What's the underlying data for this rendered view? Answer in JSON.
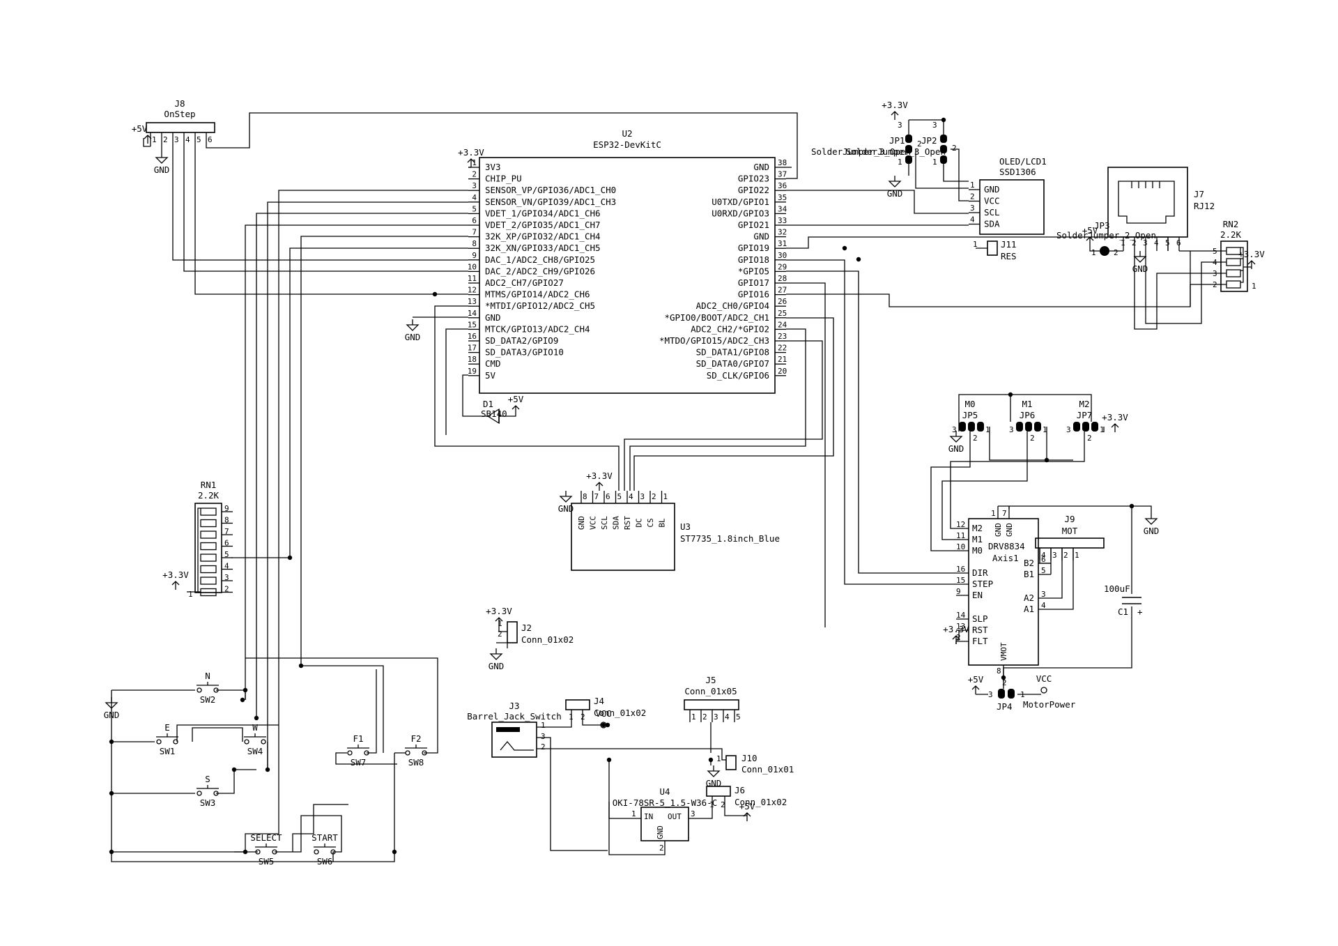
{
  "u2": {
    "ref": "U2",
    "value": "ESP32-DevKitC",
    "left_pins": [
      {
        "num": "1",
        "name": "3V3"
      },
      {
        "num": "2",
        "name": "CHIP_PU"
      },
      {
        "num": "3",
        "name": "SENSOR_VP/GPIO36/ADC1_CH0"
      },
      {
        "num": "4",
        "name": "SENSOR_VN/GPIO39/ADC1_CH3"
      },
      {
        "num": "5",
        "name": "VDET_1/GPIO34/ADC1_CH6"
      },
      {
        "num": "6",
        "name": "VDET_2/GPIO35/ADC1_CH7"
      },
      {
        "num": "7",
        "name": "32K_XP/GPIO32/ADC1_CH4"
      },
      {
        "num": "8",
        "name": "32K_XN/GPIO33/ADC1_CH5"
      },
      {
        "num": "9",
        "name": "DAC_1/ADC2_CH8/GPIO25"
      },
      {
        "num": "10",
        "name": "DAC_2/ADC2_CH9/GPIO26"
      },
      {
        "num": "11",
        "name": "ADC2_CH7/GPIO27"
      },
      {
        "num": "12",
        "name": "MTMS/GPIO14/ADC2_CH6"
      },
      {
        "num": "13",
        "name": "*MTDI/GPIO12/ADC2_CH5"
      },
      {
        "num": "14",
        "name": "GND"
      },
      {
        "num": "15",
        "name": "MTCK/GPIO13/ADC2_CH4"
      },
      {
        "num": "16",
        "name": "SD_DATA2/GPIO9"
      },
      {
        "num": "17",
        "name": "SD_DATA3/GPIO10"
      },
      {
        "num": "18",
        "name": "CMD"
      },
      {
        "num": "19",
        "name": "5V"
      }
    ],
    "right_pins": [
      {
        "num": "38",
        "name": "GND"
      },
      {
        "num": "37",
        "name": "GPIO23"
      },
      {
        "num": "36",
        "name": "GPIO22"
      },
      {
        "num": "35",
        "name": "U0TXD/GPIO1"
      },
      {
        "num": "34",
        "name": "U0RXD/GPIO3"
      },
      {
        "num": "33",
        "name": "GPIO21"
      },
      {
        "num": "32",
        "name": "GND"
      },
      {
        "num": "31",
        "name": "GPIO19"
      },
      {
        "num": "30",
        "name": "GPIO18"
      },
      {
        "num": "29",
        "name": "*GPIO5"
      },
      {
        "num": "28",
        "name": "GPIO17"
      },
      {
        "num": "27",
        "name": "GPIO16"
      },
      {
        "num": "26",
        "name": "ADC2_CH0/GPIO4"
      },
      {
        "num": "25",
        "name": "*GPIO0/BOOT/ADC2_CH1"
      },
      {
        "num": "24",
        "name": "ADC2_CH2/*GPIO2"
      },
      {
        "num": "23",
        "name": "*MTDO/GPIO15/ADC2_CH3"
      },
      {
        "num": "22",
        "name": "SD_DATA1/GPIO8"
      },
      {
        "num": "21",
        "name": "SD_DATA0/GPIO7"
      },
      {
        "num": "20",
        "name": "SD_CLK/GPIO6"
      }
    ]
  },
  "j8": {
    "ref": "J8",
    "value": "OnStep",
    "pins": [
      "1",
      "2",
      "3",
      "4",
      "5",
      "6"
    ]
  },
  "oled": {
    "ref": "OLED/LCD1",
    "value": "SSD1306",
    "pins": [
      {
        "num": "1",
        "name": "GND"
      },
      {
        "num": "2",
        "name": "VCC"
      },
      {
        "num": "3",
        "name": "SCL"
      },
      {
        "num": "4",
        "name": "SDA"
      }
    ]
  },
  "jp12": {
    "ref1": "JP1",
    "ref2": "JP2",
    "value": "SolderJumper_3_Open",
    "value2": "SolderJumper_3_Open"
  },
  "j11": {
    "ref": "J11",
    "value": "RES",
    "pin": "1"
  },
  "j7": {
    "ref": "J7",
    "value": "RJ12",
    "pins": [
      "1",
      "2",
      "3",
      "4",
      "5",
      "6"
    ]
  },
  "jp3": {
    "ref": "JP3",
    "value": "SolderJumper_2_Open"
  },
  "rn2": {
    "ref": "RN2",
    "value": "2.2K",
    "pins": [
      "5",
      "4",
      "3",
      "2"
    ],
    "common": "1"
  },
  "rn1": {
    "ref": "RN1",
    "value": "2.2K",
    "pins": [
      "9",
      "8",
      "7",
      "6",
      "5",
      "4",
      "3",
      "2"
    ],
    "common": "1"
  },
  "u3": {
    "ref": "U3",
    "value": "ST7735_1.8inch_Blue",
    "pins": [
      {
        "num": "8",
        "name": "GND"
      },
      {
        "num": "7",
        "name": "VCC"
      },
      {
        "num": "6",
        "name": "SCL"
      },
      {
        "num": "5",
        "name": "SDA"
      },
      {
        "num": "4",
        "name": "RST"
      },
      {
        "num": "3",
        "name": "DC"
      },
      {
        "num": "2",
        "name": "CS"
      },
      {
        "num": "1",
        "name": "BL"
      }
    ]
  },
  "d1": {
    "ref": "D1",
    "value": "SB140"
  },
  "drv": {
    "ref": "DRV8834",
    "value": "Axis1",
    "left_pins": [
      {
        "num": "12",
        "name": "M2"
      },
      {
        "num": "11",
        "name": "M1"
      },
      {
        "num": "10",
        "name": "M0"
      },
      {
        "num": "16",
        "name": "DIR"
      },
      {
        "num": "15",
        "name": "STEP"
      },
      {
        "num": "9",
        "name": "EN"
      },
      {
        "num": "14",
        "name": "SLP"
      },
      {
        "num": "13",
        "name": "RST"
      },
      {
        "num": "2",
        "name": "FLT"
      }
    ],
    "right_pins": [
      {
        "num": "6",
        "name": "B2"
      },
      {
        "num": "5",
        "name": "B1"
      },
      {
        "num": "3",
        "name": "A2"
      },
      {
        "num": "4",
        "name": "A1"
      }
    ],
    "top_pins": [
      {
        "num": "1",
        "name": "GND"
      },
      {
        "num": "7",
        "name": "GND"
      }
    ],
    "bottom_pin": {
      "num": "8",
      "name": "VMOT"
    }
  },
  "j9": {
    "ref": "J9",
    "value": "MOT",
    "pins": [
      "4",
      "3",
      "2",
      "1"
    ]
  },
  "jumpers_m": [
    {
      "ref": "JP5",
      "label": "M0"
    },
    {
      "ref": "JP6",
      "label": "M1"
    },
    {
      "ref": "JP7",
      "label": "M2"
    }
  ],
  "c1": {
    "ref": "C1",
    "value": "100uF",
    "plus": "+"
  },
  "jp4": {
    "ref": "JP4",
    "value": "MotorPower"
  },
  "j2": {
    "ref": "J2",
    "value": "Conn_01x02"
  },
  "j3": {
    "ref": "J3",
    "value": "Barrel_Jack_Switch"
  },
  "j4": {
    "ref": "J4",
    "value": "Conn_01x02"
  },
  "j5": {
    "ref": "J5",
    "value": "Conn_01x05",
    "pins": [
      "1",
      "2",
      "3",
      "4",
      "5"
    ]
  },
  "j10": {
    "ref": "J10",
    "value": "Conn_01x01"
  },
  "u4": {
    "ref": "U4",
    "value": "OKI-78SR-5_1.5-W36-C",
    "in": "IN",
    "out": "OUT",
    "gnd": "GND"
  },
  "j6": {
    "ref": "J6",
    "value": "Conn_01x02"
  },
  "switches": [
    {
      "ref": "SW2",
      "label": "N"
    },
    {
      "ref": "SW1",
      "label": "E"
    },
    {
      "ref": "SW4",
      "label": "W"
    },
    {
      "ref": "SW3",
      "label": "S"
    },
    {
      "ref": "SW7",
      "label": "F1"
    },
    {
      "ref": "SW8",
      "label": "F2"
    },
    {
      "ref": "SW5",
      "label": "SELECT"
    },
    {
      "ref": "SW6",
      "label": "START"
    }
  ],
  "power": {
    "v33": "+3.3V",
    "v5": "+5V",
    "gnd": "GND",
    "vcc": "VCC"
  }
}
